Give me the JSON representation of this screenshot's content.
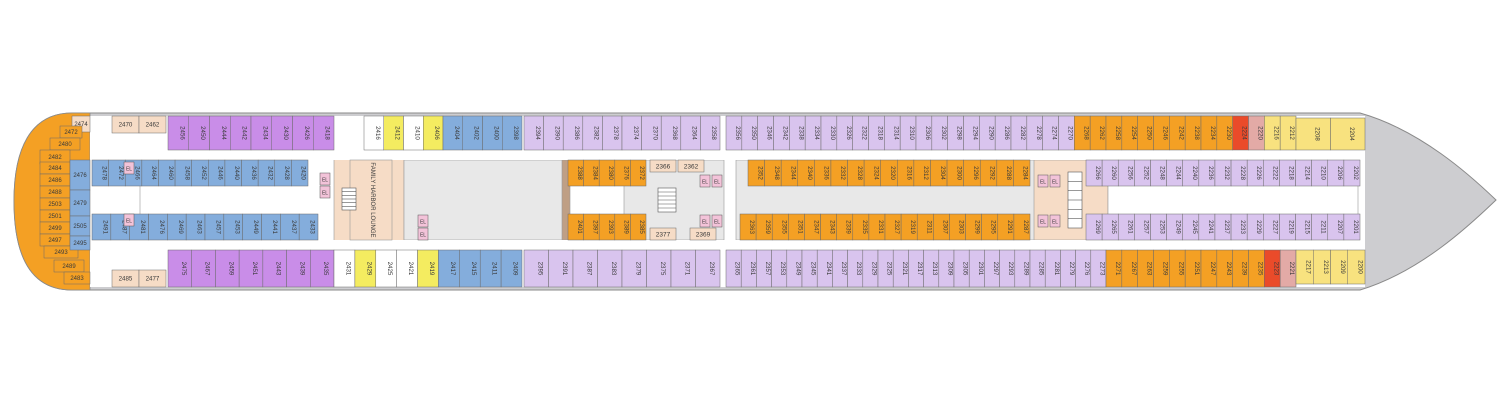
{
  "colors": {
    "hull": "#cdcdd0",
    "hull_stroke": "#8a8a8a",
    "floor": "#ffffff",
    "corridor": "#ffffff",
    "stair_area": "#f6dcc6",
    "lounge": "#f6dcc6",
    "interior": "#bf9f85",
    "elevator": "#f3c3d9",
    "text": "#3a3a3a",
    "cat": {
      "O": "#f4a024",
      "Y": "#f8e27f",
      "P": "#c98de8",
      "L": "#d9c4ee",
      "B": "#84addc",
      "R": "#ea4b2a",
      "K": "#e3aaa6",
      "W": "#ffffff",
      "Z": "#f4ec60",
      "C": "#f6dcc6"
    }
  },
  "labels": {
    "lounge": "FAMILY HARBOR LOUNGE",
    "elevator": "EL"
  },
  "rows": {
    "top_outer": [
      [
        "2470",
        "C"
      ],
      [
        "2462",
        "C"
      ],
      [
        "2456",
        "P"
      ],
      [
        "2450",
        "P"
      ],
      [
        "2444",
        "P"
      ],
      [
        "2442",
        "P"
      ],
      [
        "2434",
        "P"
      ],
      [
        "2430",
        "P"
      ],
      [
        "2426",
        "P"
      ],
      [
        "2418",
        "P"
      ],
      [
        "2416",
        "W"
      ],
      [
        "2412",
        "Z"
      ],
      [
        "2410",
        "W"
      ],
      [
        "2406",
        "Z"
      ],
      [
        "2404",
        "B"
      ],
      [
        "2402",
        "B"
      ],
      [
        "2400",
        "B"
      ],
      [
        "2398",
        "B"
      ],
      [
        "2394",
        "L"
      ],
      [
        "2390",
        "L"
      ],
      [
        "2386",
        "L"
      ],
      [
        "2382",
        "L"
      ],
      [
        "2378",
        "L"
      ],
      [
        "2374",
        "L"
      ],
      [
        "2370",
        "L"
      ],
      [
        "2368",
        "L"
      ],
      [
        "2364",
        "L"
      ],
      [
        "2358",
        "L"
      ],
      [
        "2356",
        "L"
      ],
      [
        "2350",
        "L"
      ],
      [
        "2346",
        "L"
      ],
      [
        "2342",
        "L"
      ],
      [
        "2338",
        "L"
      ],
      [
        "2334",
        "L"
      ],
      [
        "2330",
        "L"
      ],
      [
        "2326",
        "L"
      ],
      [
        "2322",
        "L"
      ],
      [
        "2318",
        "L"
      ],
      [
        "2314",
        "L"
      ],
      [
        "2310",
        "L"
      ],
      [
        "2306",
        "L"
      ],
      [
        "2302",
        "L"
      ],
      [
        "2298",
        "L"
      ],
      [
        "2294",
        "L"
      ],
      [
        "2290",
        "L"
      ],
      [
        "2286",
        "L"
      ],
      [
        "2282",
        "L"
      ],
      [
        "2278",
        "L"
      ],
      [
        "2274",
        "L"
      ],
      [
        "2270",
        "L"
      ],
      [
        "2268",
        "O"
      ],
      [
        "2262",
        "O"
      ],
      [
        "2258",
        "O"
      ],
      [
        "2254",
        "O"
      ],
      [
        "2250",
        "O"
      ],
      [
        "2246",
        "O"
      ],
      [
        "2242",
        "O"
      ],
      [
        "2238",
        "O"
      ],
      [
        "2234",
        "O"
      ],
      [
        "2230",
        "O"
      ],
      [
        "2224",
        "R"
      ],
      [
        "2220",
        "K"
      ],
      [
        "2216",
        "Y"
      ],
      [
        "2212",
        "Y"
      ],
      [
        "2208",
        "Y"
      ],
      [
        "2204",
        "Y"
      ]
    ],
    "bottom_outer": [
      [
        "2485",
        "C"
      ],
      [
        "2477",
        "C"
      ],
      [
        "2475",
        "P"
      ],
      [
        "2467",
        "P"
      ],
      [
        "2459",
        "P"
      ],
      [
        "2451",
        "P"
      ],
      [
        "2443",
        "P"
      ],
      [
        "2439",
        "P"
      ],
      [
        "2435",
        "P"
      ],
      [
        "2431",
        "W"
      ],
      [
        "2429",
        "Z"
      ],
      [
        "2425",
        "W"
      ],
      [
        "2421",
        "W"
      ],
      [
        "2419",
        "Z"
      ],
      [
        "2417",
        "B"
      ],
      [
        "2415",
        "B"
      ],
      [
        "2411",
        "B"
      ],
      [
        "2409",
        "B"
      ],
      [
        "2395",
        "L"
      ],
      [
        "2391",
        "L"
      ],
      [
        "2387",
        "L"
      ],
      [
        "2383",
        "L"
      ],
      [
        "2379",
        "L"
      ],
      [
        "2375",
        "L"
      ],
      [
        "2371",
        "L"
      ],
      [
        "2367",
        "L"
      ],
      [
        "2365",
        "L"
      ],
      [
        "2361",
        "L"
      ],
      [
        "2357",
        "L"
      ],
      [
        "2353",
        "L"
      ],
      [
        "2349",
        "L"
      ],
      [
        "2345",
        "L"
      ],
      [
        "2341",
        "L"
      ],
      [
        "2337",
        "L"
      ],
      [
        "2333",
        "L"
      ],
      [
        "2329",
        "L"
      ],
      [
        "2325",
        "L"
      ],
      [
        "2321",
        "L"
      ],
      [
        "2317",
        "L"
      ],
      [
        "2313",
        "L"
      ],
      [
        "2309",
        "L"
      ],
      [
        "2305",
        "L"
      ],
      [
        "2301",
        "L"
      ],
      [
        "2297",
        "L"
      ],
      [
        "2293",
        "L"
      ],
      [
        "2289",
        "L"
      ],
      [
        "2285",
        "L"
      ],
      [
        "2281",
        "L"
      ],
      [
        "2279",
        "L"
      ],
      [
        "2276",
        "L"
      ],
      [
        "2273",
        "L"
      ],
      [
        "2271",
        "O"
      ],
      [
        "2267",
        "O"
      ],
      [
        "2263",
        "O"
      ],
      [
        "2259",
        "O"
      ],
      [
        "2255",
        "O"
      ],
      [
        "2251",
        "O"
      ],
      [
        "2247",
        "O"
      ],
      [
        "2243",
        "O"
      ],
      [
        "2239",
        "O"
      ],
      [
        "2235",
        "O"
      ],
      [
        "2223",
        "R"
      ],
      [
        "2221",
        "K"
      ],
      [
        "2217",
        "Y"
      ],
      [
        "2213",
        "Y"
      ],
      [
        "2209",
        "Y"
      ],
      [
        "2200",
        "Y"
      ]
    ],
    "top_inner_blue": [
      [
        "2478",
        "B"
      ],
      [
        "2472",
        "B"
      ],
      [
        "2466",
        "B"
      ],
      [
        "2464",
        "B"
      ],
      [
        "2460",
        "B"
      ],
      [
        "2458",
        "B"
      ],
      [
        "2452",
        "B"
      ],
      [
        "2446",
        "B"
      ],
      [
        "2440",
        "B"
      ],
      [
        "2436",
        "B"
      ],
      [
        "2432",
        "B"
      ],
      [
        "2428",
        "B"
      ],
      [
        "2420",
        "B"
      ]
    ],
    "bottom_inner_blue": [
      [
        "2491",
        "B"
      ],
      [
        "2487",
        "B"
      ],
      [
        "2481",
        "B"
      ],
      [
        "2476",
        "B"
      ],
      [
        "2469",
        "B"
      ],
      [
        "2463",
        "B"
      ],
      [
        "2457",
        "B"
      ],
      [
        "2453",
        "B"
      ],
      [
        "2449",
        "B"
      ],
      [
        "2441",
        "B"
      ],
      [
        "2437",
        "B"
      ],
      [
        "2433",
        "B"
      ]
    ],
    "mid_top_orange": [
      [
        "2388",
        "O"
      ],
      [
        "2384",
        "O"
      ],
      [
        "2380",
        "O"
      ],
      [
        "2376",
        "O"
      ],
      [
        "2372",
        "O"
      ]
    ],
    "mid_bottom_orange": [
      [
        "2401",
        "O"
      ],
      [
        "2397",
        "O"
      ],
      [
        "2393",
        "O"
      ],
      [
        "2389",
        "O"
      ],
      [
        "2385",
        "O"
      ]
    ],
    "center_top_orange": [
      [
        "2352",
        "O"
      ],
      [
        "2348",
        "O"
      ],
      [
        "2344",
        "O"
      ],
      [
        "2340",
        "O"
      ],
      [
        "2336",
        "O"
      ],
      [
        "2332",
        "O"
      ],
      [
        "2328",
        "O"
      ],
      [
        "2324",
        "O"
      ],
      [
        "2320",
        "O"
      ],
      [
        "2316",
        "O"
      ],
      [
        "2312",
        "O"
      ],
      [
        "2304",
        "O"
      ],
      [
        "2300",
        "O"
      ],
      [
        "2296",
        "O"
      ],
      [
        "2292",
        "O"
      ],
      [
        "2288",
        "O"
      ],
      [
        "2284",
        "O"
      ]
    ],
    "center_bottom_orange": [
      [
        "2363",
        "O"
      ],
      [
        "2359",
        "O"
      ],
      [
        "2355",
        "O"
      ],
      [
        "2351",
        "O"
      ],
      [
        "2347",
        "O"
      ],
      [
        "2343",
        "O"
      ],
      [
        "2339",
        "O"
      ],
      [
        "2335",
        "O"
      ],
      [
        "2331",
        "O"
      ],
      [
        "2327",
        "O"
      ],
      [
        "2319",
        "O"
      ],
      [
        "2311",
        "O"
      ],
      [
        "2307",
        "O"
      ],
      [
        "2303",
        "O"
      ],
      [
        "2299",
        "O"
      ],
      [
        "2295",
        "O"
      ],
      [
        "2291",
        "O"
      ],
      [
        "2287",
        "O"
      ]
    ],
    "fwd_top_inner": [
      [
        "2266",
        "L"
      ],
      [
        "2260",
        "L"
      ],
      [
        "2256",
        "L"
      ],
      [
        "2252",
        "L"
      ],
      [
        "2248",
        "L"
      ],
      [
        "2244",
        "L"
      ],
      [
        "2240",
        "L"
      ],
      [
        "2236",
        "L"
      ],
      [
        "2232",
        "L"
      ],
      [
        "2228",
        "L"
      ],
      [
        "2226",
        "L"
      ],
      [
        "2222",
        "L"
      ],
      [
        "2218",
        "L"
      ],
      [
        "2214",
        "L"
      ],
      [
        "2210",
        "L"
      ],
      [
        "2206",
        "L"
      ],
      [
        "2202",
        "L"
      ]
    ],
    "fwd_bottom_inner": [
      [
        "2269",
        "L"
      ],
      [
        "2265",
        "L"
      ],
      [
        "2261",
        "L"
      ],
      [
        "2257",
        "L"
      ],
      [
        "2253",
        "L"
      ],
      [
        "2249",
        "L"
      ],
      [
        "2245",
        "L"
      ],
      [
        "2241",
        "L"
      ],
      [
        "2237",
        "L"
      ],
      [
        "2233",
        "L"
      ],
      [
        "2229",
        "L"
      ],
      [
        "2227",
        "L"
      ],
      [
        "2219",
        "L"
      ],
      [
        "2215",
        "L"
      ],
      [
        "2211",
        "L"
      ],
      [
        "2207",
        "L"
      ],
      [
        "2201",
        "L"
      ]
    ]
  },
  "center_misc": [
    [
      "2366",
      "C"
    ],
    [
      "2362",
      "C"
    ],
    [
      "2377",
      "C"
    ],
    [
      "2369",
      "C"
    ]
  ],
  "aft_cabins": [
    [
      "2474",
      "C"
    ],
    [
      "2472",
      "O"
    ],
    [
      "2480",
      "O"
    ],
    [
      "2482",
      "O"
    ],
    [
      "2484",
      "O"
    ],
    [
      "2486",
      "O"
    ],
    [
      "2488",
      "O"
    ],
    [
      "2503",
      "O"
    ],
    [
      "2501",
      "O"
    ],
    [
      "2499",
      "O"
    ],
    [
      "2497",
      "O"
    ],
    [
      "2493",
      "O"
    ],
    [
      "2489",
      "O"
    ],
    [
      "2483",
      "O"
    ],
    [
      "2476",
      "B"
    ],
    [
      "2479",
      "B"
    ],
    [
      "2505",
      "B"
    ],
    [
      "2495",
      "B"
    ]
  ]
}
